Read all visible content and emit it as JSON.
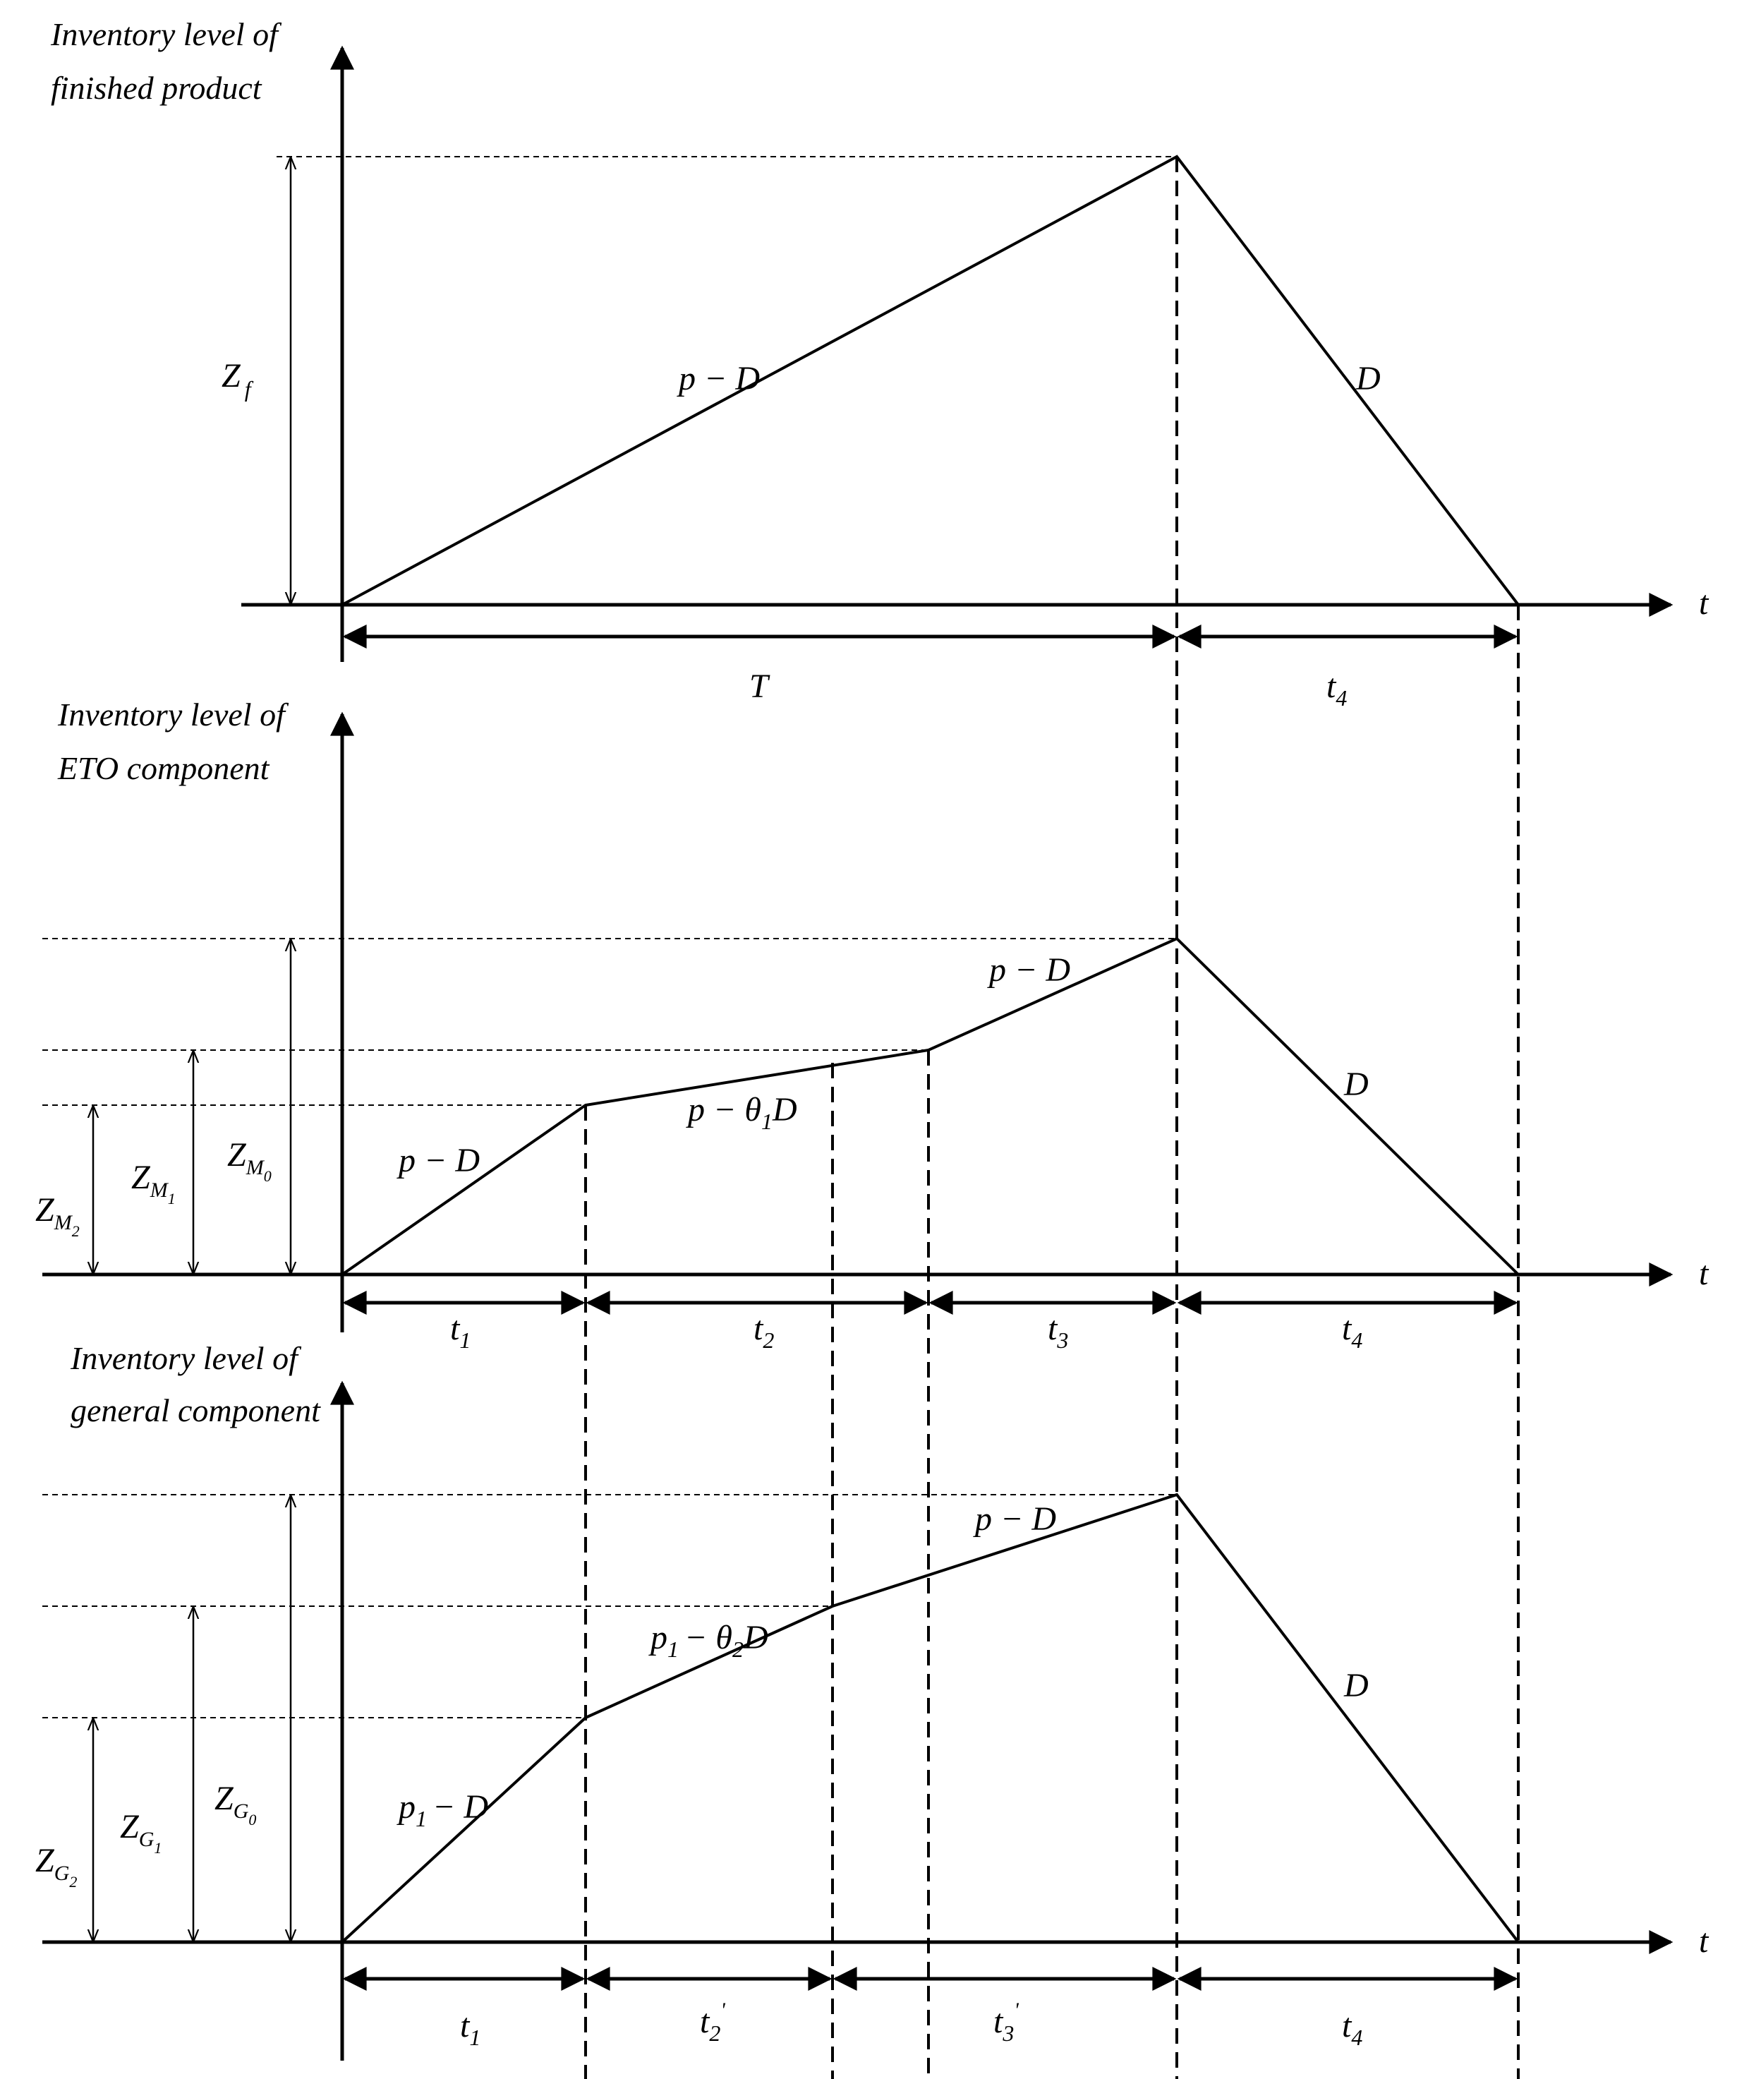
{
  "panels": [
    {
      "title": [
        "Inventory level of",
        "finished product"
      ],
      "z_labels": [
        {
          "main": "Z",
          "sub": "f"
        }
      ],
      "slope_labels": [
        "p − D",
        "D"
      ],
      "interval_labels": [
        {
          "main": "T",
          "sub": ""
        },
        {
          "main": "t",
          "sub": "4"
        }
      ],
      "axis_label": "t"
    },
    {
      "title": [
        "Inventory level of",
        "ETO component"
      ],
      "z_labels": [
        {
          "main": "Z",
          "sub": "M",
          "subsub": "2"
        },
        {
          "main": "Z",
          "sub": "M",
          "subsub": "1"
        },
        {
          "main": "Z",
          "sub": "M",
          "subsub": "0"
        }
      ],
      "slope_labels": [
        "p − D",
        "p − θ",
        "1",
        "D",
        "p − D",
        "D"
      ],
      "interval_labels": [
        {
          "main": "t",
          "sub": "1"
        },
        {
          "main": "t",
          "sub": "2"
        },
        {
          "main": "t",
          "sub": "3"
        },
        {
          "main": "t",
          "sub": "4"
        }
      ],
      "axis_label": "t"
    },
    {
      "title": [
        "Inventory level of",
        "general component"
      ],
      "z_labels": [
        {
          "main": "Z",
          "sub": "G",
          "subsub": "2"
        },
        {
          "main": "Z",
          "sub": "G",
          "subsub": "1"
        },
        {
          "main": "Z",
          "sub": "G",
          "subsub": "0"
        }
      ],
      "slope_labels": [
        "p",
        "1",
        "− D",
        "p",
        "1",
        "− θ",
        "2",
        "D",
        "p − D",
        "D"
      ],
      "interval_labels": [
        {
          "main": "t",
          "sub": "1"
        },
        {
          "main": "t",
          "sub": "2",
          "prime": "'"
        },
        {
          "main": "t",
          "sub": "3",
          "prime": "'"
        },
        {
          "main": "t",
          "sub": "4"
        }
      ],
      "axis_label": "t"
    }
  ]
}
